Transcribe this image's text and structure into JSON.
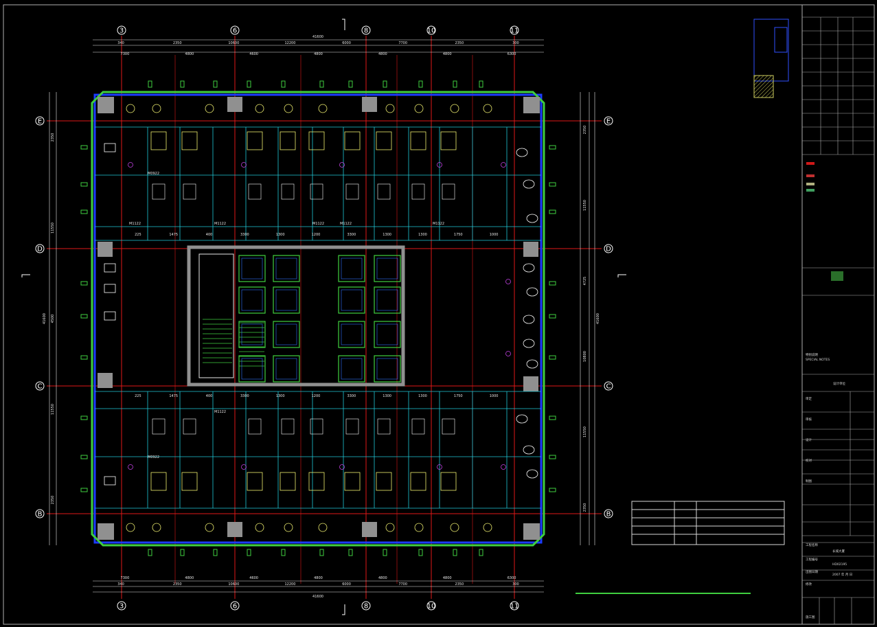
{
  "drawing": {
    "axes_columns": [
      "3",
      "6",
      "8",
      "10",
      "11"
    ],
    "axes_rows": [
      "E",
      "D",
      "C",
      "B"
    ],
    "total_width": "41600",
    "total_height": "41600",
    "top_dims_row1": [
      "340",
      "2350",
      "10600",
      "12200",
      "6000",
      "7700",
      "2350",
      "300"
    ],
    "top_dims_row2": [
      "7300",
      "4800",
      "4600",
      "4800",
      "4800",
      "4800",
      "6300"
    ],
    "bottom_dims_row1": [
      "7300",
      "4800",
      "4600",
      "4800",
      "4800",
      "4800",
      "6300"
    ],
    "bottom_dims_row2": [
      "340",
      "2350",
      "10600",
      "12200",
      "6000",
      "7700",
      "2350",
      "300"
    ],
    "left_dims": [
      "2350",
      "11550",
      "4500",
      "11550",
      "2350"
    ],
    "right_dims": [
      "2350",
      "11550",
      "4725",
      "10800",
      "11550",
      "2350"
    ],
    "room_tags": [
      "M1122",
      "M1122",
      "M1122",
      "M1122",
      "M1122",
      "M1122",
      "M0922",
      "M0922"
    ],
    "corridor_dims_top": [
      "225",
      "1475",
      "400",
      "3300",
      "1300",
      "1200",
      "3300",
      "1300",
      "1300",
      "1750",
      "1000"
    ],
    "corridor_dims_bottom": [
      "225",
      "1475",
      "400",
      "3300",
      "1300",
      "1200",
      "3300",
      "1300",
      "1300",
      "1750",
      "1000"
    ]
  },
  "title_block": {
    "special_note_label": "特别说明",
    "special_note_en": "SPECIAL NOTES",
    "design_unit": "设计单位",
    "project_name_label": "工程名称",
    "project_name": "长城大厦",
    "project_no_label": "工程编号",
    "project_no": "HD02195",
    "date_label": "出图日期",
    "date_value": "2007 年 月 日",
    "revision_label": "修改",
    "stage_label": "施工图",
    "sign_labels": [
      "审定",
      "审核",
      "设计",
      "校对",
      "制图"
    ]
  },
  "colors": {
    "bg": "#000000",
    "wall_green": "#3fcf3f",
    "wall_blue": "#1c3cff",
    "grid_red": "#e01818",
    "furniture_yellow": "#f0f070",
    "fixture_white": "#ffffff",
    "dim_white": "#e8e8e8",
    "cyan": "#20c8d8",
    "magenta": "#c040e0",
    "stair_green": "#40d040",
    "core_gray": "#909090",
    "title_line": "#b0b0b0"
  }
}
